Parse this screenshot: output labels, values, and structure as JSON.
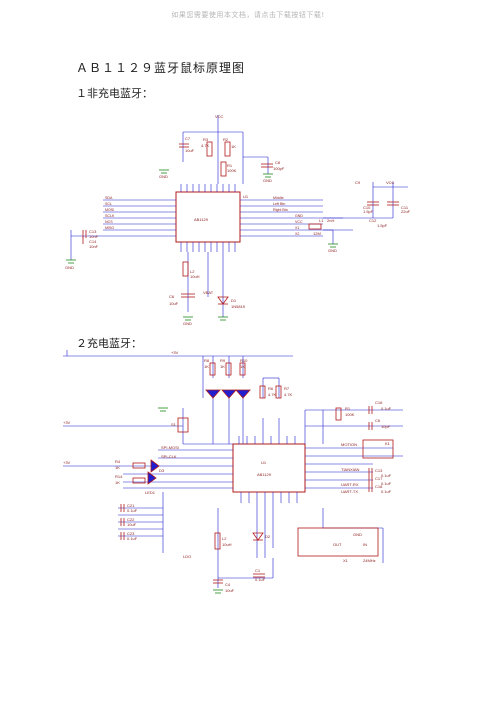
{
  "watermark": "如果您需要使用本文档，请点击下载按钮下载!",
  "title": "ＡＢ１１２９蓝牙鼠标原理图",
  "sections": [
    {
      "heading": "１非充电蓝牙：",
      "labels": {
        "vcc_top": "VCC",
        "c7": "C7",
        "c7v": "10uF",
        "r3": "R3",
        "r3v": "4.7K",
        "r2": "R2",
        "r2v": "1K",
        "r1": "R1",
        "r1v": "100K",
        "c8": "C8",
        "c8v": "100pF",
        "gnd1": "GND",
        "gnd2": "GND",
        "gnd3": "GND",
        "gnd4": "GND",
        "gnd5": "GND",
        "u1": "U1",
        "chip": "AB1129",
        "pins_left": [
          "SDA",
          "SCL",
          "MOSI",
          "SCLK",
          "NCS",
          "MISO"
        ],
        "pins_right": [
          "Middle",
          "Left Btn",
          "Right Btn",
          "GND",
          "VCC",
          "X1",
          "X2"
        ],
        "c9": "C9",
        "c9v": "1.5pF",
        "c10": "C10",
        "c10v": "1.5pF",
        "c11": "C11",
        "c11v": "22uF",
        "c12": "C12",
        "c12v": "1.5pF",
        "vcc_right": "VCC",
        "xtal": "12M",
        "l1": "L1",
        "l1v": "2nH",
        "c13": "C13",
        "c13v": "10nF",
        "c14": "C14",
        "c14v": "10nF",
        "l2": "L2",
        "l2v": "10uH",
        "c6": "C6",
        "c6v": "10uF",
        "d1": "D1",
        "d1v": "1N5819",
        "vbat": "VBAT"
      }
    },
    {
      "heading": "２充电蓝牙：",
      "labels": {
        "v33": "+3V",
        "v33a": "+3V",
        "v33b": "+3V",
        "r8": "R8",
        "r8v": "1K",
        "r9": "R9",
        "r9v": "1K",
        "r10": "R10",
        "r10v": "1K",
        "r6": "R6",
        "r6v": "4.7K",
        "r7": "R7",
        "r7v": "4.7K",
        "r1": "R1",
        "r1v": "100K",
        "c16": "C16",
        "c16v": "0.1uF",
        "c6": "C6",
        "c6v": "10pF",
        "s1": "S1",
        "spi_mosi": "SPI-MOSI",
        "spi_clk": "SPI-CLK",
        "r4": "R4",
        "r4v": "1K",
        "r14": "R14",
        "r14v": "1K",
        "d3": "D3",
        "led1": "LED1",
        "u1": "U1",
        "chip": "AB1129",
        "motion": "MOTION",
        "tianxian": "TIANXIAN",
        "uart_rx": "UART-RX",
        "uart_tx": "UART-TX",
        "k1": "K1",
        "c13": "C13",
        "c13v": "0.1uF",
        "c17": "C17",
        "c17v": "0.1uF",
        "c18": "C18",
        "c18v": "0.1uF",
        "c21": "C21",
        "c21v": "0.1uF",
        "c22": "C22",
        "c22v": "10uF",
        "c23": "C23",
        "c23v": "0.1uF",
        "l2": "L2",
        "l2v": "10uH",
        "c4": "C4",
        "c4v": "10uF",
        "c1": "C1",
        "c1v": "0.1uF",
        "d2": "D2",
        "out": "OUT",
        "in": "IN",
        "gnd": "GND",
        "x1": "X1",
        "x1v": "24MHz",
        "ldo": "LDO"
      }
    }
  ],
  "colors": {
    "wire": "#1f1fd0",
    "part": "#b21a1a",
    "net": "#1a8a1a",
    "label": "#8b1a1a"
  }
}
